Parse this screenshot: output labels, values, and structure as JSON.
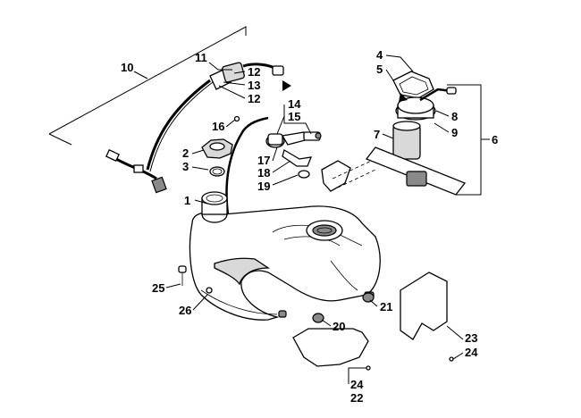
{
  "callouts": [
    {
      "id": "c1",
      "label": "1"
    },
    {
      "id": "c2",
      "label": "2"
    },
    {
      "id": "c3",
      "label": "3"
    },
    {
      "id": "c4",
      "label": "4"
    },
    {
      "id": "c5",
      "label": "5"
    },
    {
      "id": "c6",
      "label": "6"
    },
    {
      "id": "c7",
      "label": "7"
    },
    {
      "id": "c8",
      "label": "8"
    },
    {
      "id": "c9",
      "label": "9"
    },
    {
      "id": "c10",
      "label": "10"
    },
    {
      "id": "c11",
      "label": "11"
    },
    {
      "id": "c12a",
      "label": "12"
    },
    {
      "id": "c13",
      "label": "13"
    },
    {
      "id": "c12b",
      "label": "12"
    },
    {
      "id": "c14",
      "label": "14"
    },
    {
      "id": "c15",
      "label": "15"
    },
    {
      "id": "c16",
      "label": "16"
    },
    {
      "id": "c17",
      "label": "17"
    },
    {
      "id": "c18",
      "label": "18"
    },
    {
      "id": "c19",
      "label": "19"
    },
    {
      "id": "c20",
      "label": "20"
    },
    {
      "id": "c21",
      "label": "21"
    },
    {
      "id": "c22",
      "label": "22"
    },
    {
      "id": "c23",
      "label": "23"
    },
    {
      "id": "c24a",
      "label": "24"
    },
    {
      "id": "c24b",
      "label": "24"
    },
    {
      "id": "c25",
      "label": "25"
    },
    {
      "id": "c26",
      "label": "26"
    }
  ]
}
